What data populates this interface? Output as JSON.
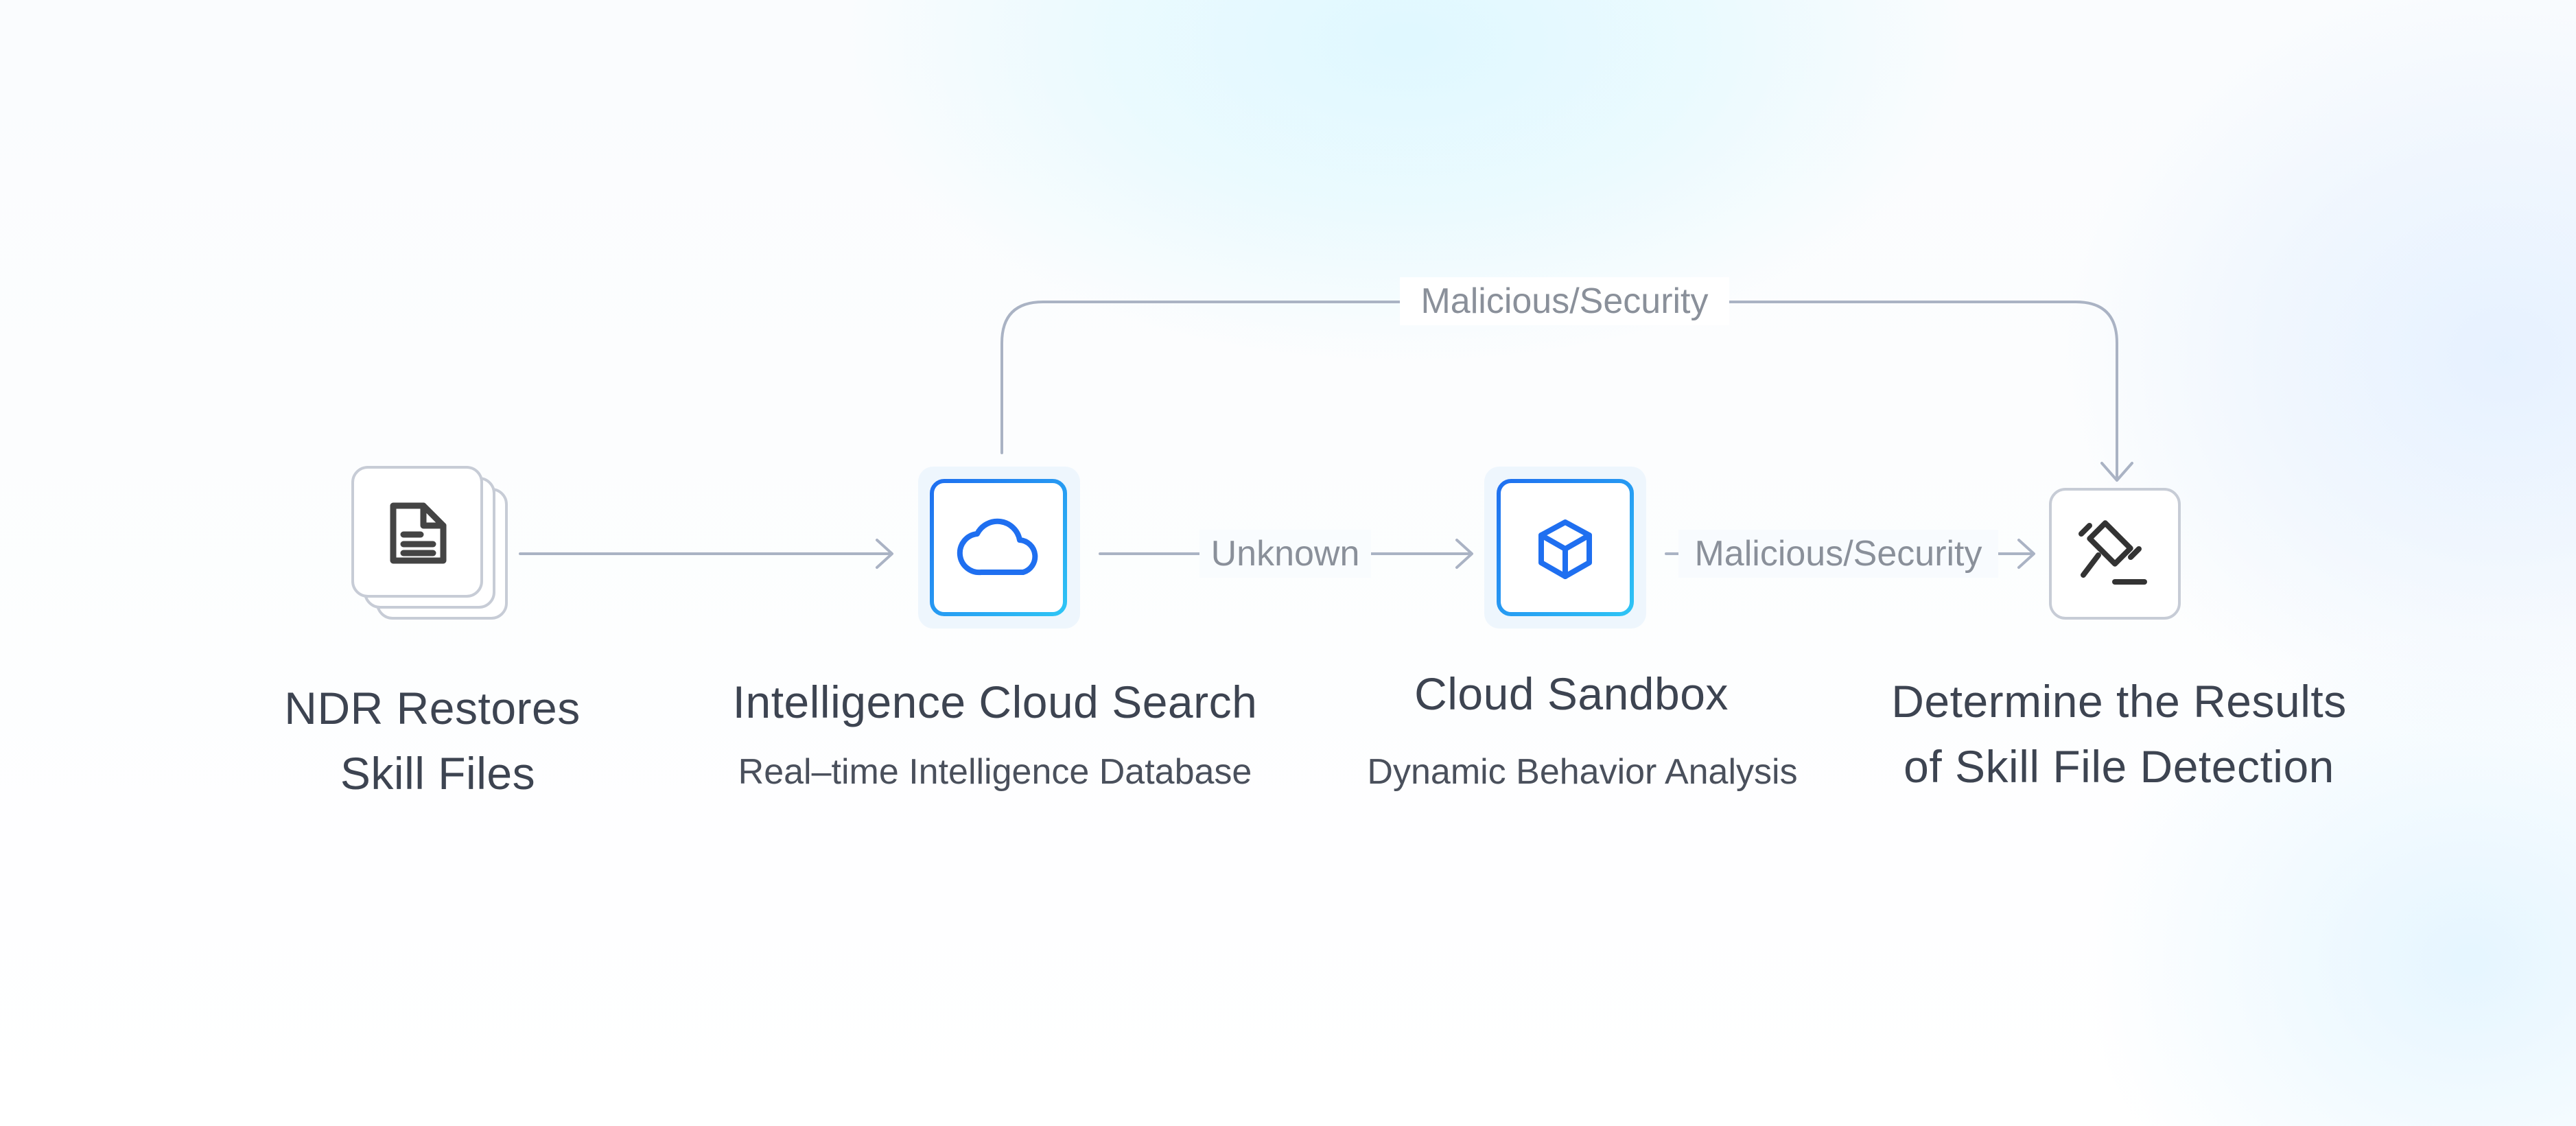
{
  "nodes": {
    "ndr": {
      "title_line1": "NDR Restores",
      "title_line2": "Skill Files",
      "icon": "document-stack-icon"
    },
    "intelligence": {
      "title": "Intelligence Cloud Search",
      "subtitle": "Real–time Intelligence Database",
      "icon": "cloud-icon"
    },
    "sandbox": {
      "title": "Cloud Sandbox",
      "subtitle": "Dynamic Behavior Analysis",
      "icon": "cube-icon"
    },
    "result": {
      "title_line1": "Determine the Results",
      "title_line2": "of Skill File Detection",
      "icon": "gavel-icon"
    }
  },
  "edges": {
    "top_label": "Malicious/Security",
    "unknown_label": "Unknown",
    "sandbox_label": "Malicious/Security"
  },
  "colors": {
    "accent": "#1f6ff0",
    "accent_light": "#2ec5f5",
    "connector": "#aab3c4",
    "node_border": "#c7ccd6",
    "icon_dark": "#444444"
  }
}
